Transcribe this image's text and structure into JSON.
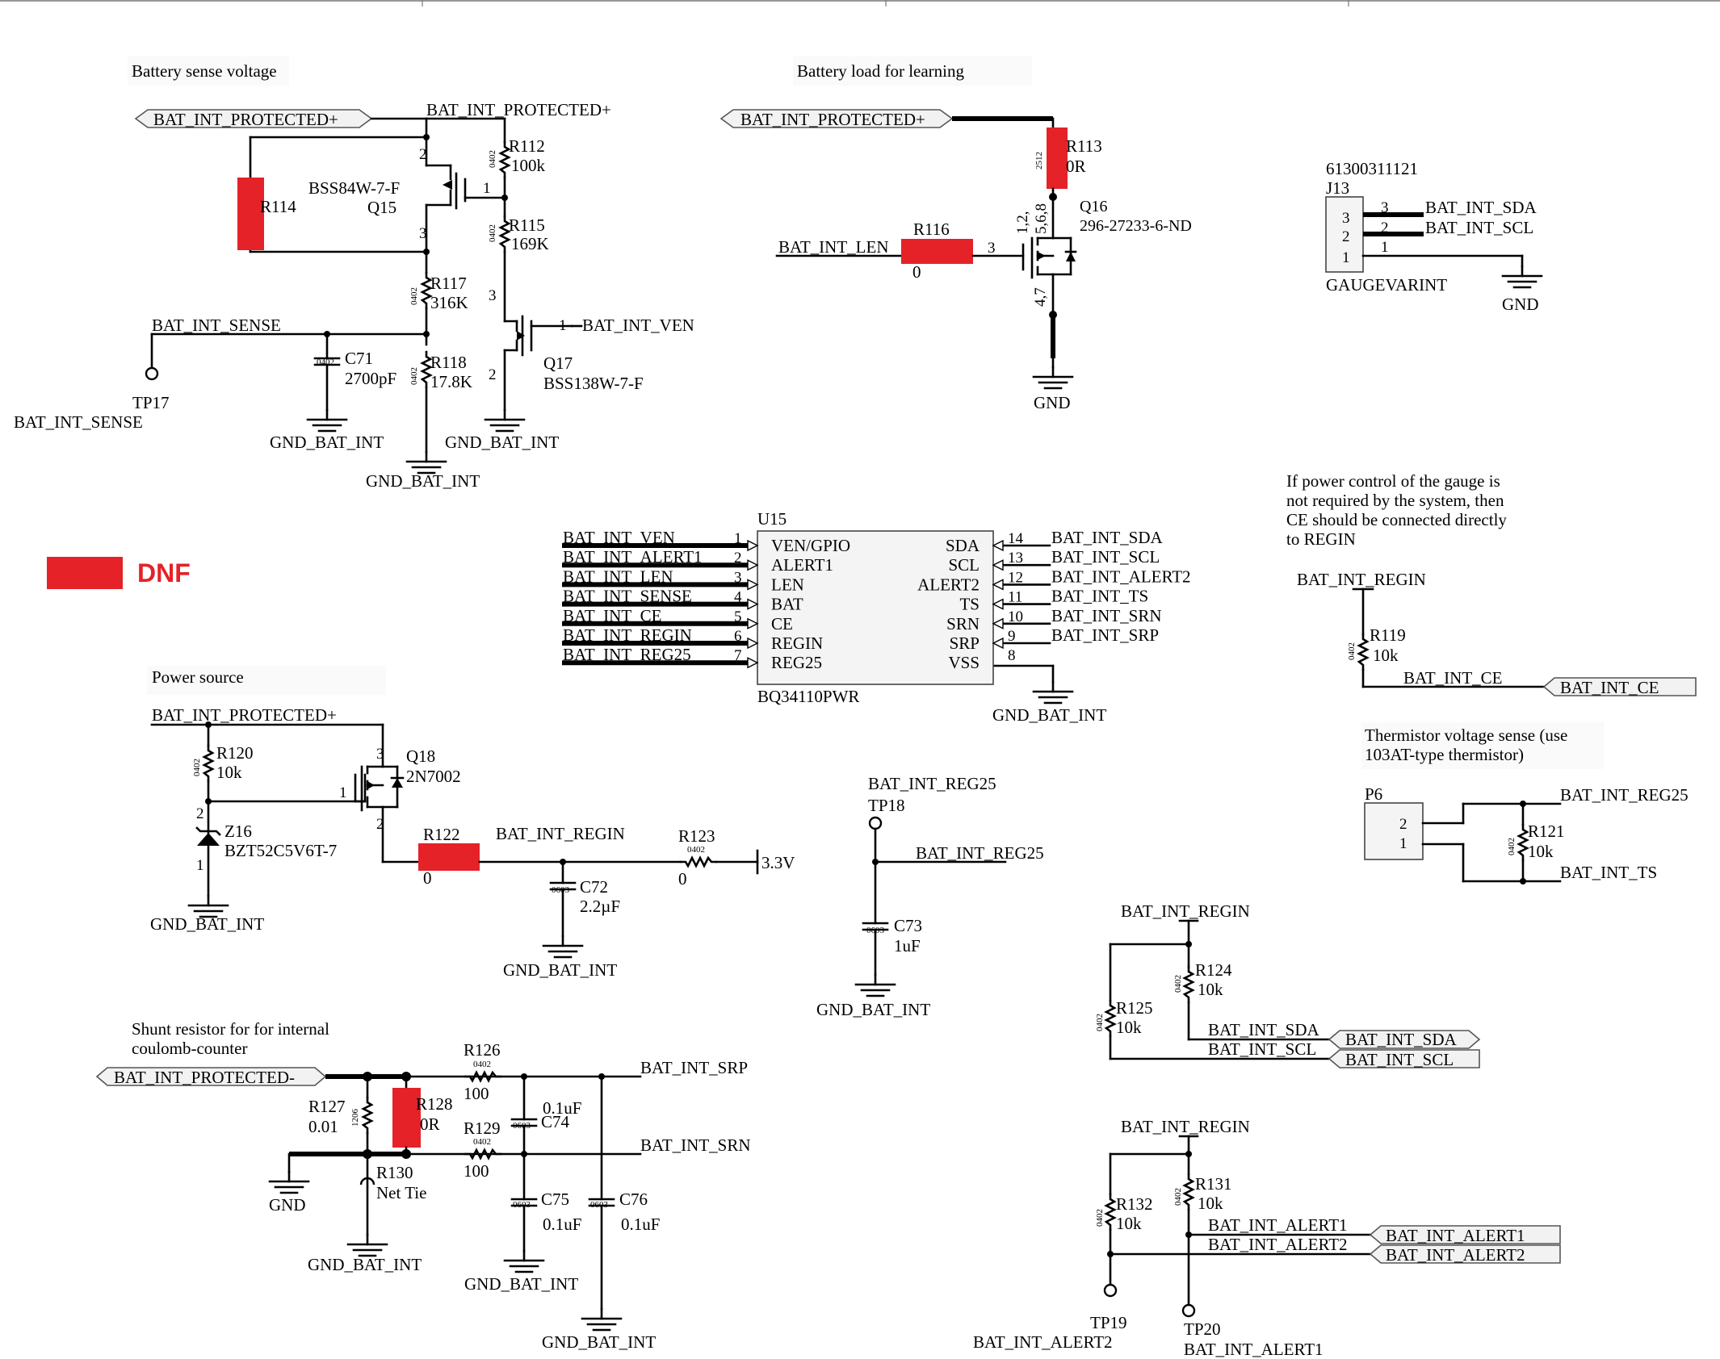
{
  "colors": {
    "dnf": "#e42228",
    "wire": "#000000",
    "port_fill": "#f2f2f2",
    "ic_fill": "#f4f4f4"
  },
  "sections": {
    "battery_sense": "Battery sense voltage",
    "battery_load": "Battery load for learning",
    "power_source": "Power source",
    "shunt_1": "Shunt resistor for for internal",
    "shunt_2": "coulomb-counter",
    "regin_note_1": "If power control of the gauge is",
    "regin_note_2": "not required by the system, then",
    "regin_note_3": "CE should be connected directly",
    "regin_note_4": "to REGIN",
    "therm_1": "Thermistor voltage sense (use",
    "therm_2": "103AT-type thermistor)"
  },
  "legend": {
    "dnf_label": "DNF"
  },
  "nets": {
    "bat_prot_pos": "BAT_INT_PROTECTED+",
    "bat_prot_neg": "BAT_INT_PROTECTED-",
    "bat_sense": "BAT_INT_SENSE",
    "bat_ven": "BAT_INT_VEN",
    "bat_len": "BAT_INT_LEN",
    "bat_sda": "BAT_INT_SDA",
    "bat_scl": "BAT_INT_SCL",
    "bat_alert1": "BAT_INT_ALERT1",
    "bat_alert2": "BAT_INT_ALERT2",
    "bat_ce": "BAT_INT_CE",
    "bat_regin": "BAT_INT_REGIN",
    "bat_reg25": "BAT_INT_REG25",
    "bat_ts": "BAT_INT_TS",
    "bat_srn": "BAT_INT_SRN",
    "bat_srp": "BAT_INT_SRP",
    "gnd": "GND",
    "gnd_bat": "GND_BAT_INT",
    "v33": "3.3V"
  },
  "parts": {
    "r112": {
      "ref": "R112",
      "val": "100k",
      "fp": "0402"
    },
    "r114": {
      "ref": "R114"
    },
    "r115": {
      "ref": "R115",
      "val": "169K",
      "fp": "0402"
    },
    "r117": {
      "ref": "R117",
      "val": "316K",
      "fp": "0402"
    },
    "r118": {
      "ref": "R118",
      "val": "17.8K",
      "fp": "0402"
    },
    "c71": {
      "ref": "C71",
      "val": "2700pF",
      "fp": "0402"
    },
    "q15": {
      "ref": "Q15",
      "val": "BSS84W-7-F"
    },
    "q17": {
      "ref": "Q17",
      "val": "BSS138W-7-F"
    },
    "tp17": {
      "ref": "TP17"
    },
    "r113": {
      "ref": "R113",
      "val": "0R",
      "fp": "2512"
    },
    "r116": {
      "ref": "R116",
      "val": "0"
    },
    "q16": {
      "ref": "Q16",
      "val": "296-27233-6-ND"
    },
    "j13": {
      "ref": "J13",
      "val": "61300311121",
      "sub": "GAUGEVARINT"
    },
    "u15": {
      "ref": "U15",
      "val": "BQ34110PWR"
    },
    "r119": {
      "ref": "R119",
      "val": "10k",
      "fp": "0402"
    },
    "r120": {
      "ref": "R120",
      "val": "10k",
      "fp": "0402"
    },
    "z16": {
      "ref": "Z16",
      "val": "BZT52C5V6T-7"
    },
    "q18": {
      "ref": "Q18",
      "val": "2N7002"
    },
    "r122": {
      "ref": "R122",
      "val": "0"
    },
    "r123": {
      "ref": "R123",
      "val": "0",
      "fp": "0402"
    },
    "c72": {
      "ref": "C72",
      "val": "2.2µF",
      "fp": "0603"
    },
    "tp18": {
      "ref": "TP18"
    },
    "c73": {
      "ref": "C73",
      "val": "1uF",
      "fp": "0603"
    },
    "p6": {
      "ref": "P6"
    },
    "r121": {
      "ref": "R121",
      "val": "10k",
      "fp": "0402"
    },
    "r124": {
      "ref": "R124",
      "val": "10k",
      "fp": "0402"
    },
    "r125": {
      "ref": "R125",
      "val": "10k",
      "fp": "0402"
    },
    "r126": {
      "ref": "R126",
      "val": "100",
      "fp": "0402"
    },
    "r127": {
      "ref": "R127",
      "val": "0.01",
      "fp": "1206"
    },
    "r128": {
      "ref": "R128",
      "val": "0R"
    },
    "r129": {
      "ref": "R129",
      "val": "100",
      "fp": "0402"
    },
    "r130": {
      "ref": "R130",
      "val": "Net Tie"
    },
    "c74": {
      "ref": "C74",
      "val": "0.1uF",
      "fp": "0603"
    },
    "c75": {
      "ref": "C75",
      "val": "0.1uF",
      "fp": "0603"
    },
    "c76": {
      "ref": "C76",
      "val": "0.1uF",
      "fp": "0603"
    },
    "r131": {
      "ref": "R131",
      "val": "10k",
      "fp": "0402"
    },
    "r132": {
      "ref": "R132",
      "val": "10k",
      "fp": "0402"
    },
    "tp19": {
      "ref": "TP19"
    },
    "tp20": {
      "ref": "TP20"
    }
  },
  "u15_left_pins": [
    {
      "num": "1",
      "name": "VEN/GPIO",
      "net": "BAT_INT_VEN"
    },
    {
      "num": "2",
      "name": "ALERT1",
      "net": "BAT_INT_ALERT1"
    },
    {
      "num": "3",
      "name": "LEN",
      "net": "BAT_INT_LEN"
    },
    {
      "num": "4",
      "name": "BAT",
      "net": "BAT_INT_SENSE"
    },
    {
      "num": "5",
      "name": "CE",
      "net": "BAT_INT_CE"
    },
    {
      "num": "6",
      "name": "REGIN",
      "net": "BAT_INT_REGIN"
    },
    {
      "num": "7",
      "name": "REG25",
      "net": "BAT_INT_REG25"
    }
  ],
  "u15_right_pins": [
    {
      "num": "14",
      "name": "SDA",
      "net": "BAT_INT_SDA"
    },
    {
      "num": "13",
      "name": "SCL",
      "net": "BAT_INT_SCL"
    },
    {
      "num": "12",
      "name": "ALERT2",
      "net": "BAT_INT_ALERT2"
    },
    {
      "num": "11",
      "name": "TS",
      "net": "BAT_INT_TS"
    },
    {
      "num": "10",
      "name": "SRN",
      "net": "BAT_INT_SRN"
    },
    {
      "num": "9",
      "name": "SRP",
      "net": "BAT_INT_SRP"
    },
    {
      "num": "8",
      "name": "VSS",
      "net": ""
    }
  ],
  "pins": {
    "q15": [
      "1",
      "2",
      "3"
    ],
    "q17": [
      "1",
      "2",
      "3"
    ],
    "q16": [
      "1,2,",
      "5,6,8",
      "3",
      "4,7"
    ],
    "j13": [
      "3",
      "2",
      "1"
    ],
    "p6": [
      "2",
      "1"
    ],
    "q18": [
      "1",
      "2",
      "3"
    ],
    "z16": [
      "1",
      "2"
    ]
  }
}
